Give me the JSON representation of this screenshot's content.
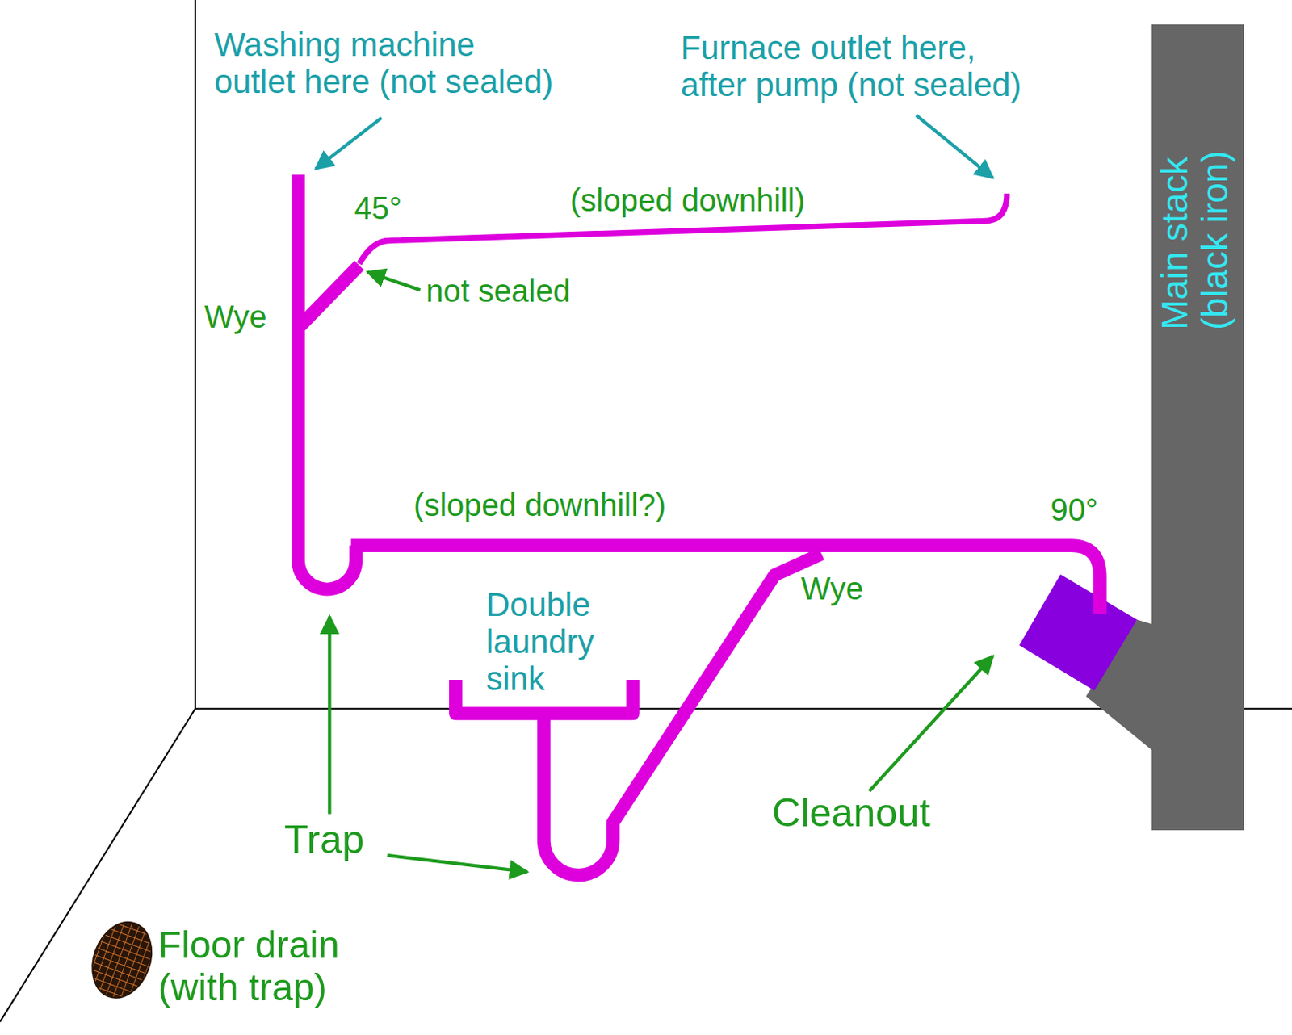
{
  "diagram": {
    "nodes": [
      {
        "text": [
          "Main stack (black iron)"
        ]
      }
    ],
    "labels": [
      "Washing machine outlet here (not sealed)",
      "Furnace outlet here, after pump (not sealed)",
      "45°",
      "(sloped downhill)",
      "not sealed",
      "Wye",
      "(sloped downhill?)",
      "90°",
      "Double laundry sink",
      "Wye",
      "Trap",
      "Cleanout",
      "Floor drain (with trap)"
    ]
  }
}
